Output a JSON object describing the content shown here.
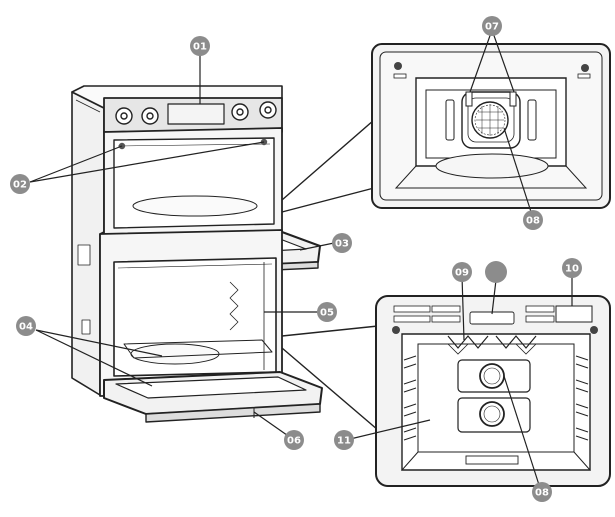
{
  "callouts": [
    {
      "id": "c01",
      "label": "01"
    },
    {
      "id": "c02",
      "label": "02"
    },
    {
      "id": "c03",
      "label": "03"
    },
    {
      "id": "c04",
      "label": "04"
    },
    {
      "id": "c05",
      "label": "05"
    },
    {
      "id": "c06",
      "label": "06"
    },
    {
      "id": "c07",
      "label": "07"
    },
    {
      "id": "c08a",
      "label": "08"
    },
    {
      "id": "c09",
      "label": "09"
    },
    {
      "id": "c10",
      "label": "10"
    },
    {
      "id": "c11",
      "label": "11"
    },
    {
      "id": "c08b",
      "label": "08"
    },
    {
      "id": "cblank",
      "label": ""
    }
  ],
  "colors": {
    "callout_fill": "#8c8c8c",
    "line": "#222222",
    "panel_fill": "#eeeeee",
    "glass": "#f7f7f7"
  },
  "icons": [
    "oven-diagram",
    "knob-icon",
    "fan-icon",
    "rack-icon"
  ]
}
